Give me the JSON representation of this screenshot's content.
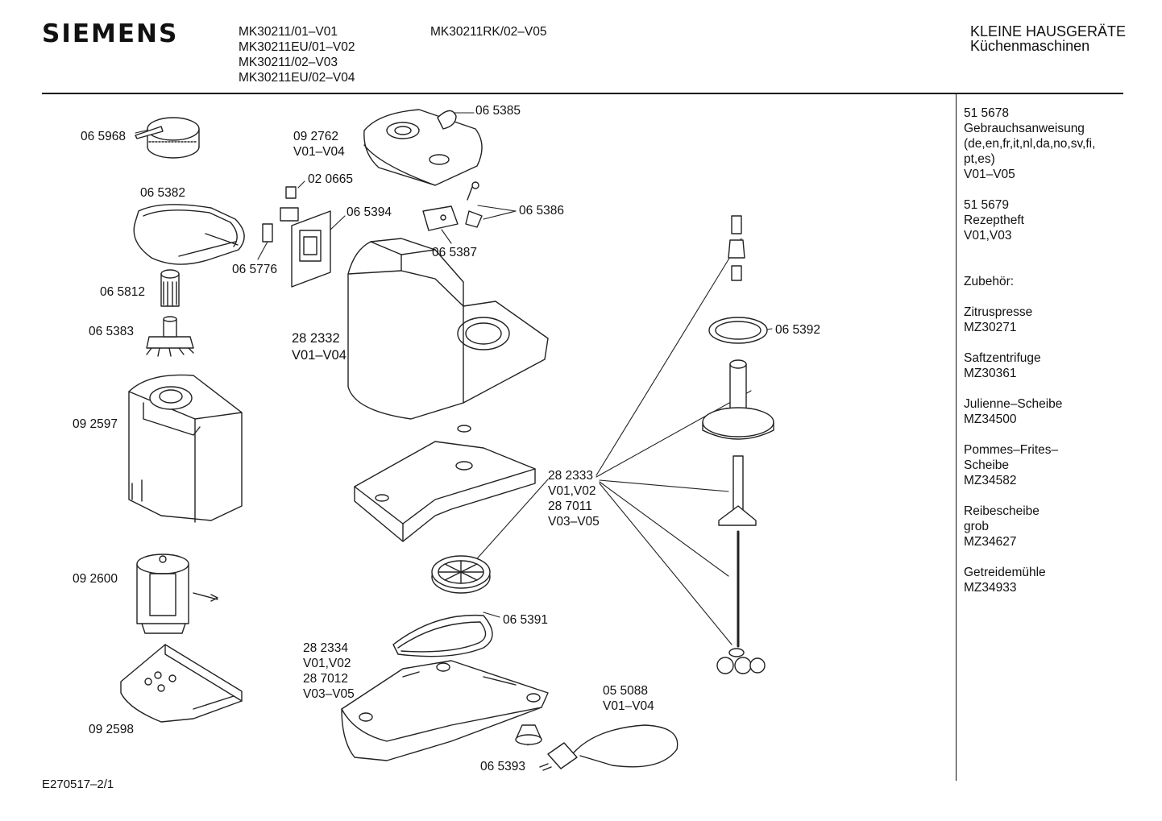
{
  "header": {
    "brand": "SIEMENS",
    "models_col1": [
      "MK30211/01–V01",
      "MK30211EU/01–V02",
      "MK30211/02–V03",
      "MK30211EU/02–V04"
    ],
    "models_col2": [
      "MK30211RK/02–V05"
    ],
    "category_line1": "KLEINE HAUSGERÄTE",
    "category_line2": "Küchenmaschinen"
  },
  "sidebar": {
    "blocks": [
      {
        "lines": [
          "51 5678",
          "Gebrauchsanweisung",
          "(de,en,fr,it,nl,da,no,sv,fi,",
          "pt,es)",
          "V01–V05"
        ]
      },
      {
        "lines": [
          "51 5679",
          "Rezeptheft",
          "V01,V03"
        ]
      },
      {
        "lines": [
          "Zubehör:"
        ]
      },
      {
        "lines": [
          "Zitruspresse",
          "MZ30271"
        ]
      },
      {
        "lines": [
          "Saftzentrifuge",
          "MZ30361"
        ]
      },
      {
        "lines": [
          "Julienne–Scheibe",
          "MZ34500"
        ]
      },
      {
        "lines": [
          "Pommes–Frites–",
          "Scheibe",
          "MZ34582"
        ]
      },
      {
        "lines": [
          "Reibescheibe",
          "grob",
          "MZ34627"
        ]
      },
      {
        "lines": [
          "Getreidemühle",
          "MZ34933"
        ]
      }
    ]
  },
  "parts": {
    "p065968": "06 5968",
    "p065382": "06 5382",
    "p065812": "06 5812",
    "p065383": "06 5383",
    "p092597": "09 2597",
    "p092600": "09 2600",
    "p092598": "09 2598",
    "p092762": [
      "09 2762",
      "V01–V04"
    ],
    "p020665": "02 0665",
    "p065394": "06 5394",
    "p065776": "06 5776",
    "p065385": "06 5385",
    "p065386": "06 5386",
    "p065387": "06 5387",
    "p282332": [
      "28 2332",
      "V01–V04"
    ],
    "p065392": "06 5392",
    "p282333": [
      "28 2333",
      "V01,V02",
      "28 7011",
      "V03–V05"
    ],
    "p065391": "06 5391",
    "p282334": [
      "28 2334",
      "V01,V02",
      "28 7012",
      "V03–V05"
    ],
    "p055088": [
      "05 5088",
      "V01–V04"
    ],
    "p065393": "06 5393"
  },
  "footer": {
    "code": "E270517–2/1"
  }
}
